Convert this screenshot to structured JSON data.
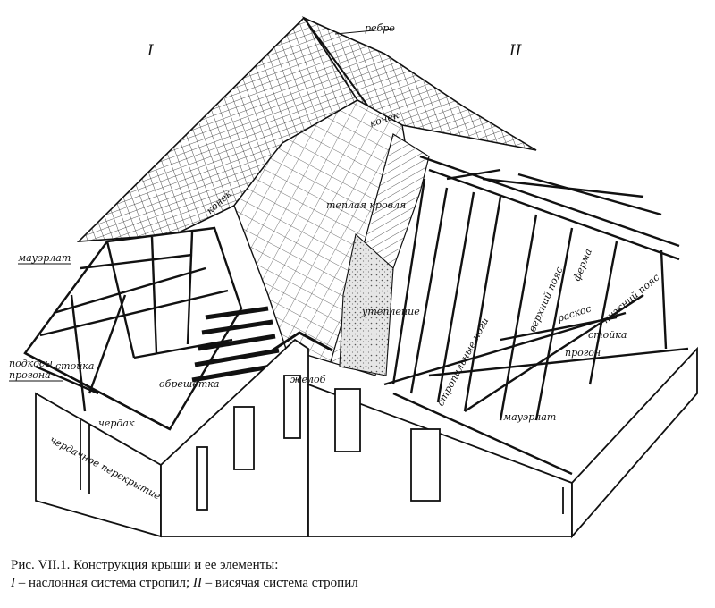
{
  "diagram": {
    "section_labels": {
      "left": "I",
      "right": "II"
    },
    "labels": {
      "rebro": "ребро",
      "konek_top": "конек",
      "konek_left": "конек",
      "teplaya_krovlya": "теплая кровля",
      "uteplenie": "утепление",
      "mauerlat_left": "мауэрлат",
      "podkosy": "подкосы",
      "progona": "прогона",
      "stoika_left": "стойка",
      "obreshetka": "обрешетка",
      "cherdak": "чердак",
      "zhelob": "желоб",
      "cherdachnoe": "чердачное перекрытие",
      "stropilnye_nogi": "стропильные ноги",
      "verkhniy_poyas": "верхний пояс",
      "ferma": "ферма",
      "raskos": "раскос",
      "nizhniy_poyas": "нижний пояс",
      "stoika_right": "стойка",
      "progon": "прогон",
      "mauerlat_right": "мауэрлат"
    }
  },
  "caption": {
    "line1": "Рис. VII.1. Конструкция крыши и ее элементы:",
    "line2_prefix": "I",
    "line2_mid": " – наслонная система стропил; ",
    "line2_prefix2": "II",
    "line2_suffix": " – висячая система стропил"
  },
  "colors": {
    "ink": "#111111",
    "paper": "#ffffff",
    "shade": "#d9d9d9"
  }
}
